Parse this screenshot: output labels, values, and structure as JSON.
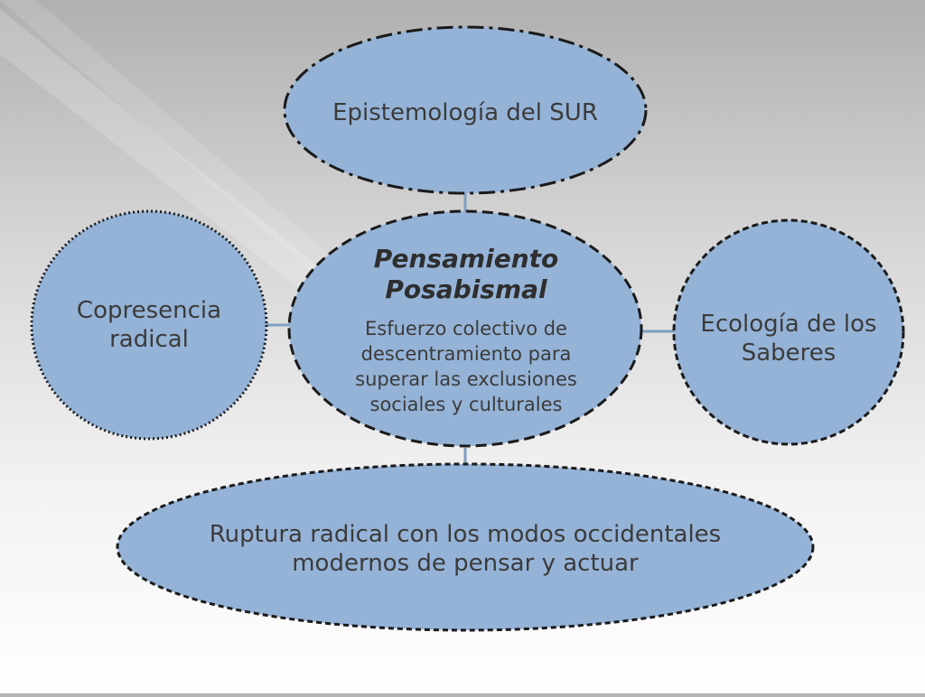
{
  "diagram": {
    "center": {
      "title": "Pensamiento\nPosabismal",
      "description": "Esfuerzo colectivo de descentramiento para superar las exclusiones sociales y culturales"
    },
    "nodes": {
      "top": "Epistemología del SUR",
      "left": "Copresencia radical",
      "right": "Ecología de los Saberes",
      "bottom": "Ruptura radical con los modos occidentales modernos de pensar y actuar"
    },
    "colors": {
      "node_fill": "#95b3d7",
      "border": "#1a1a1a",
      "connector": "#7f9fc2",
      "text": "#3b3b3b"
    }
  }
}
